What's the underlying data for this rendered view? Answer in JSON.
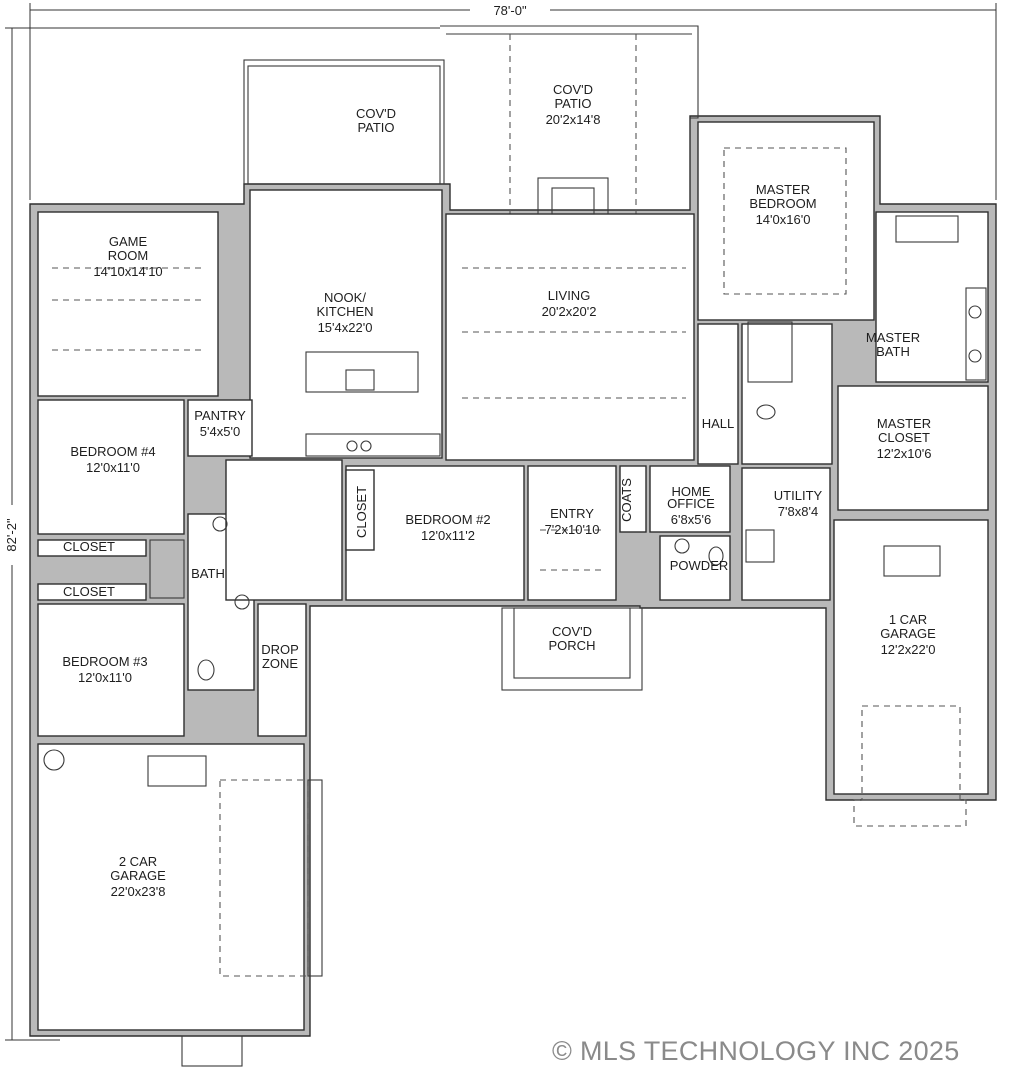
{
  "dimensions": {
    "width": "78'-0\"",
    "depth": "82'-2\""
  },
  "rooms": {
    "patio_left": {
      "name": "COV'D\nPATIO",
      "size": ""
    },
    "patio_center": {
      "name": "COV'D\nPATIO",
      "size": "20'2x14'8"
    },
    "master_bedroom": {
      "name": "MASTER\nBEDROOM",
      "size": "14'0x16'0"
    },
    "game_room": {
      "name": "GAME\nROOM",
      "size": "14'10x14'10"
    },
    "kitchen": {
      "name": "NOOK/\nKITCHEN",
      "size": "15'4x22'0"
    },
    "living": {
      "name": "LIVING",
      "size": "20'2x20'2"
    },
    "master_bath": {
      "name": "MASTER\nBATH",
      "size": ""
    },
    "pantry": {
      "name": "PANTRY",
      "size": "5'4x5'0"
    },
    "hall": {
      "name": "HALL",
      "size": ""
    },
    "master_closet": {
      "name": "MASTER\nCLOSET",
      "size": "12'2x10'6"
    },
    "bedroom4": {
      "name": "BEDROOM #4",
      "size": "12'0x11'0"
    },
    "home_office": {
      "name": "HOME\nOFFICE",
      "size": "6'8x5'6"
    },
    "utility": {
      "name": "UTILITY",
      "size": "7'8x8'4"
    },
    "coats": {
      "name": "COATS",
      "size": ""
    },
    "entry": {
      "name": "ENTRY",
      "size": "7'2x10'10"
    },
    "bedroom2": {
      "name": "BEDROOM #2",
      "size": "12'0x11'2"
    },
    "closet_vertical": {
      "name": "CLOSET",
      "size": ""
    },
    "closet_top": {
      "name": "CLOSET",
      "size": ""
    },
    "closet_bottom": {
      "name": "CLOSET",
      "size": ""
    },
    "bath": {
      "name": "BATH",
      "size": ""
    },
    "powder": {
      "name": "POWDER",
      "size": ""
    },
    "porch": {
      "name": "COV'D\nPORCH",
      "size": ""
    },
    "garage1": {
      "name": "1 CAR\nGARAGE",
      "size": "12'2x22'0"
    },
    "bedroom3": {
      "name": "BEDROOM #3",
      "size": "12'0x11'0"
    },
    "drop_zone": {
      "name": "DROP\nZONE",
      "size": ""
    },
    "garage2": {
      "name": "2 CAR\nGARAGE",
      "size": "22'0x23'8"
    }
  },
  "copyright": "© MLS TECHNOLOGY INC 2025",
  "colors": {
    "wall": "#b9b9b9",
    "line": "#2e2e2e",
    "watermark": "#8a8a8a"
  }
}
